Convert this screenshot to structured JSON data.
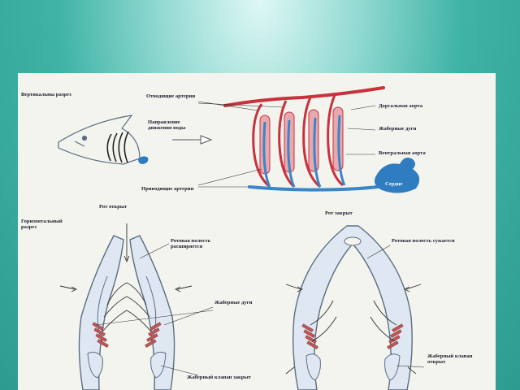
{
  "labels": {
    "vertical_section": "Вертикальны разрез",
    "efferent_arteries": "Отводящие артерии",
    "water_direction": "Направление движения воды",
    "dorsal_aorta": "Дорсальная аорта",
    "gill_arches_top": "Жаберные дуги",
    "ventral_aorta": "Вентральная аорта",
    "heart": "Сердце",
    "afferent_arteries": "Приводящие артерии",
    "horizontal_section": "Горизонтальный разрез",
    "mouth_open": "Рот открыт",
    "cavity_expands": "Ротовая полость расширяется",
    "gill_arches_bottom": "Жаберные дуги",
    "gill_valve_closed": "Жаберный клапан закрыт",
    "mouth_closed": "Рот закрыт",
    "cavity_narrows": "Ротовая полость сужается",
    "gill_valve_open": "Жаберный клапан открыт"
  },
  "colors": {
    "artery": "#c8323c",
    "vein": "#3a86c8",
    "gill_filament": "#c05555",
    "outline": "#5a6e82",
    "heart": "#2f7cc0"
  }
}
